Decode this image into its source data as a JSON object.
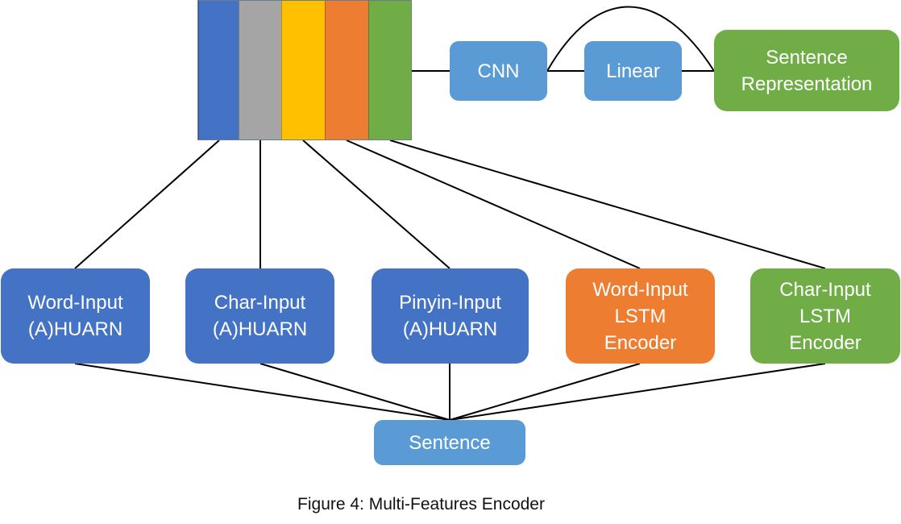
{
  "colors": {
    "blue_dark": "#4472c4",
    "blue_light": "#5b9bd5",
    "grey": "#a5a5a5",
    "yellow": "#ffc000",
    "orange": "#ed7d31",
    "green": "#70ad47",
    "line": "#000000"
  },
  "feature_stripes": [
    {
      "color": "#4472c4"
    },
    {
      "color": "#a5a5a5"
    },
    {
      "color": "#ffc000"
    },
    {
      "color": "#ed7d31"
    },
    {
      "color": "#70ad47"
    }
  ],
  "top_row": {
    "cnn": "CNN",
    "linear": "Linear",
    "sentence_representation": "Sentence\nRepresentation"
  },
  "encoders": [
    {
      "label": "Word-Input\n(A)HUARN"
    },
    {
      "label": "Char-Input\n(A)HUARN"
    },
    {
      "label": "Pinyin-Input\n(A)HUARN"
    },
    {
      "label": "Word-Input\nLSTM\nEncoder"
    },
    {
      "label": "Char-Input\nLSTM\nEncoder"
    }
  ],
  "input": {
    "sentence": "Sentence"
  },
  "caption": "Figure 4: Multi-Features Encoder"
}
